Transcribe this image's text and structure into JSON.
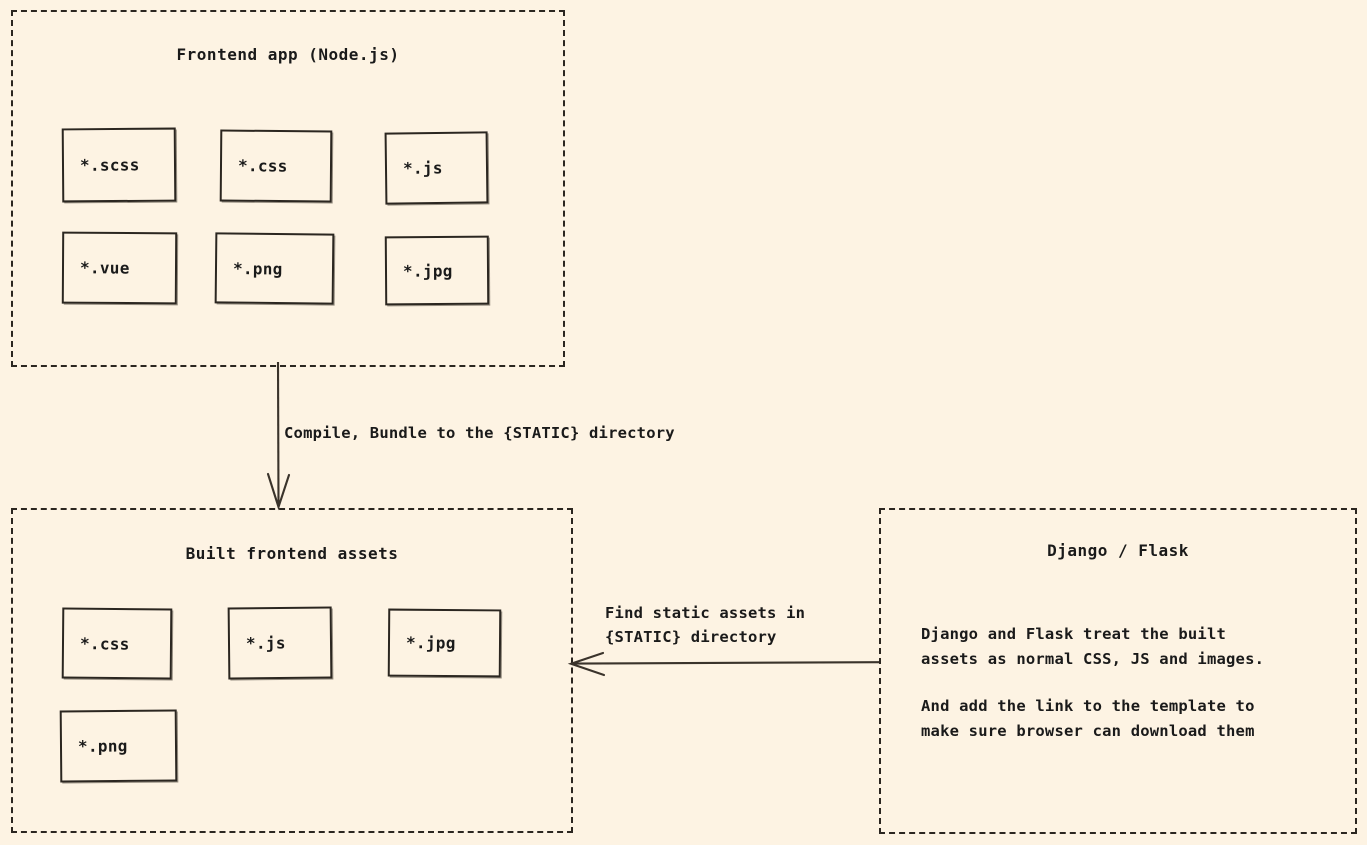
{
  "theme": {
    "background": "#fdf3e3",
    "ink": "#2b2620",
    "stroke": "#3a332b"
  },
  "groups": {
    "frontend": {
      "title": "Frontend app (Node.js)",
      "files": [
        {
          "label": "*.scss"
        },
        {
          "label": "*.css"
        },
        {
          "label": "*.js"
        },
        {
          "label": "*.vue"
        },
        {
          "label": "*.png"
        },
        {
          "label": "*.jpg"
        }
      ]
    },
    "built": {
      "title": "Built frontend assets",
      "files": [
        {
          "label": "*.css"
        },
        {
          "label": "*.js"
        },
        {
          "label": "*.jpg"
        },
        {
          "label": "*.png"
        }
      ]
    },
    "backend": {
      "title": "Django / Flask",
      "paragraphs": [
        "Django and Flask treat the built\nassets as normal CSS, JS and images.",
        "And add the link to the template to\nmake sure browser can download them"
      ]
    }
  },
  "edges": {
    "compile": {
      "label": "Compile, Bundle to the {STATIC} directory",
      "direction": "down"
    },
    "find": {
      "label": "Find static assets in\n{STATIC} directory",
      "direction": "left"
    }
  }
}
